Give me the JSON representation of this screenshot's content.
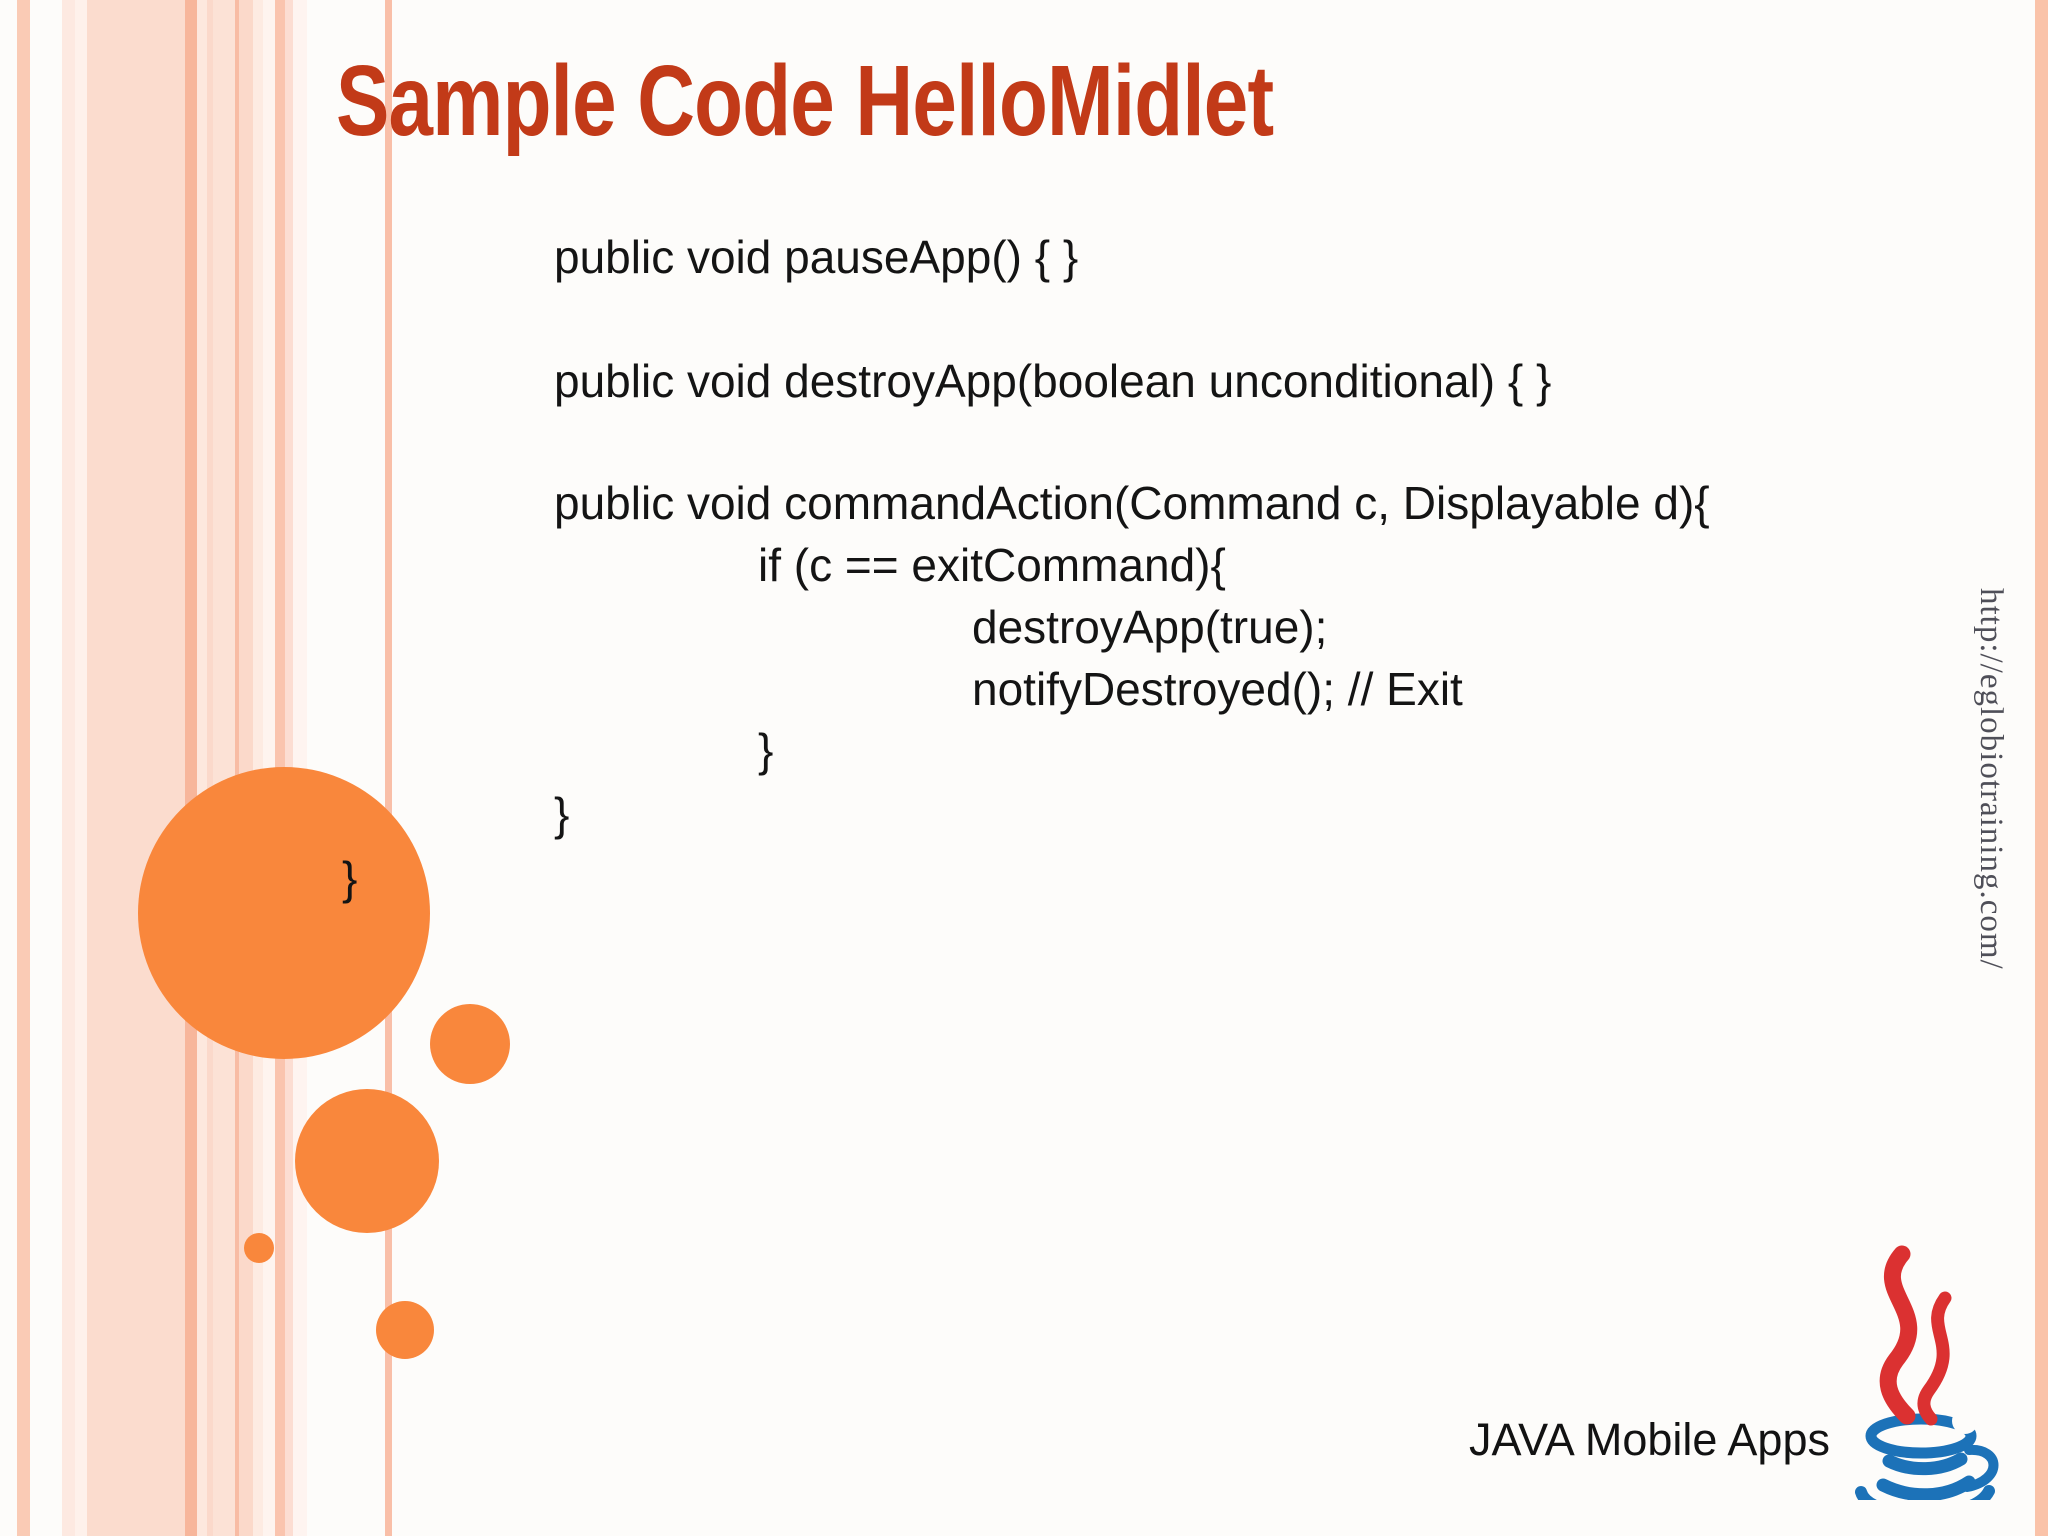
{
  "title": "Sample Code HelloMidlet",
  "code": {
    "lines": [
      {
        "text": "public void pauseApp() { }",
        "indent": 1
      },
      {
        "text": "public void destroyApp(boolean unconditional) { }",
        "indent": 1
      },
      {
        "text": "public void commandAction(Command c, Displayable d){",
        "indent": 1
      },
      {
        "text": "if (c == exitCommand){",
        "indent": 2
      },
      {
        "text": "destroyApp(true);",
        "indent": 3
      },
      {
        "text": "notifyDestroyed(); // Exit",
        "indent": 3
      },
      {
        "text": "}",
        "indent": 2
      },
      {
        "text": "}",
        "indent": 1
      },
      {
        "text": "}",
        "indent": 0
      }
    ]
  },
  "watermark_url": "http://eglobiotraining.com/",
  "footer": {
    "caption": "JAVA Mobile Apps",
    "logo": "java-coffee-cup-logo"
  },
  "colors": {
    "background": "#FDFCFA",
    "title": "#C23A18",
    "code_text": "#141414",
    "accent_orange": "#F9873C",
    "watermark_text": "#4F4F58",
    "logo_blue": "#1C72B8",
    "logo_red": "#DB3131",
    "stripe_salmon": "#F9BFA8"
  }
}
